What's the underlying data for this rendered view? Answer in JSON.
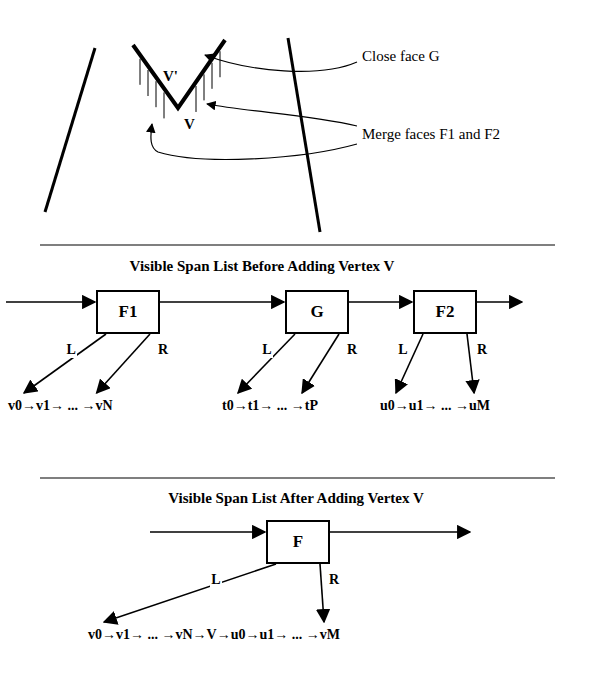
{
  "diagram": {
    "nodes": [
      {
        "text": [
          "F1"
        ]
      },
      {
        "text": [
          "G"
        ]
      },
      {
        "text": [
          "F2"
        ]
      },
      {
        "text": [
          "F"
        ]
      }
    ],
    "edges": [
      {
        "from": 0,
        "to": 1,
        "arrow": "to"
      },
      {
        "from": 1,
        "to": 2,
        "arrow": "to"
      }
    ],
    "labels": [
      "V'",
      "V",
      "Close face G",
      "Merge faces F1 and F2",
      "Visible Span List Before Adding Vertex V",
      "L",
      "R",
      "v0→v1→ ... →vN",
      "L",
      "R",
      "t0→t1→ ... →tP",
      "L",
      "R",
      "u0→u1→ ... →uM",
      "Visible Span List After Adding Vertex V",
      "L",
      "R",
      "v0→v1→ ... →vN→V→u0→u1→ ... →vM"
    ]
  }
}
